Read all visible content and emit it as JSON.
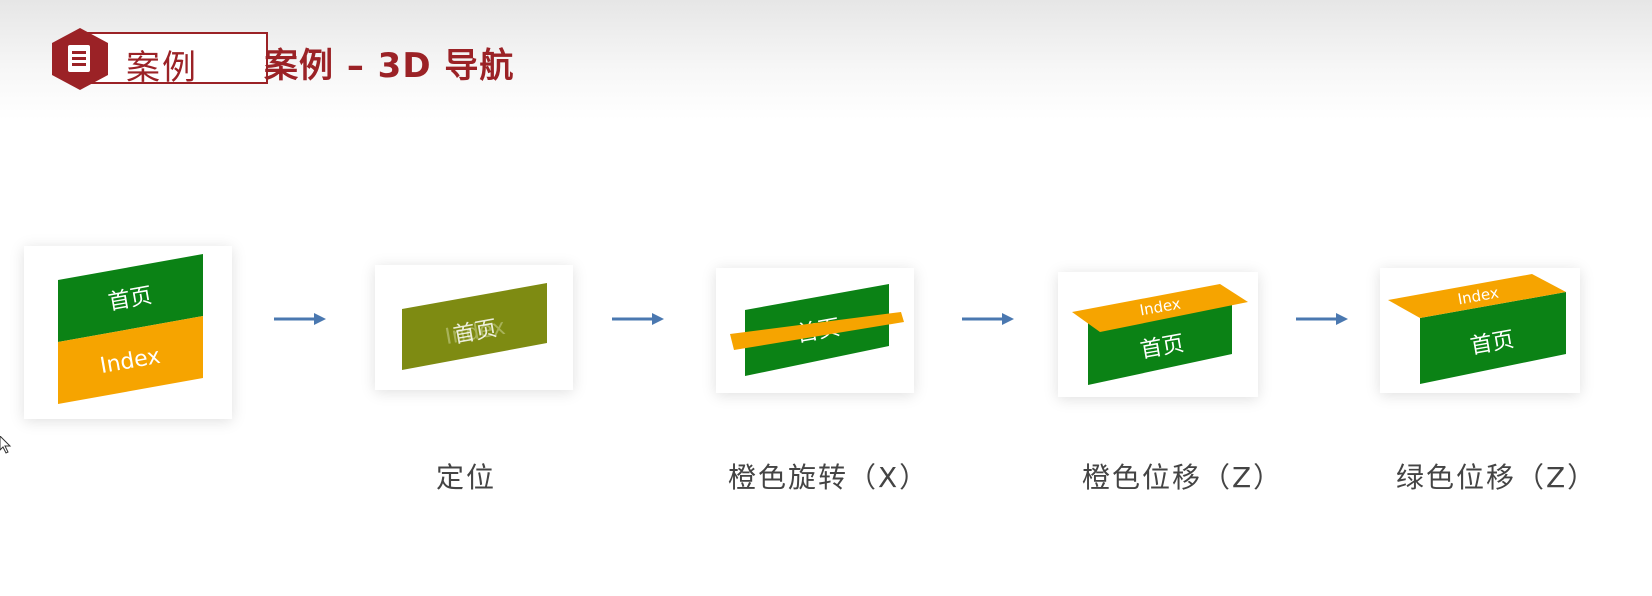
{
  "header": {
    "badge_label": "案例",
    "title": "案例 – 3D 导航"
  },
  "colors": {
    "brand_red": "#9b2226",
    "green": "#0b8215",
    "orange": "#f6a400",
    "olive": "#7e8b12",
    "arrow": "#4a78b0"
  },
  "steps": [
    {
      "front_text": "首页",
      "back_text": "Index",
      "caption": ""
    },
    {
      "front_text": "首页",
      "back_text": "Index",
      "caption": "定位"
    },
    {
      "front_text": "首页",
      "back_text": "",
      "caption": "橙色旋转（X）"
    },
    {
      "front_text": "首页",
      "back_text": "Index",
      "caption": "橙色位移（Z）"
    },
    {
      "front_text": "首页",
      "back_text": "Index",
      "caption": "绿色位移（Z）"
    }
  ],
  "icons": {
    "header": "document-icon",
    "arrow": "arrow-right-icon",
    "cursor": "mouse-cursor-icon"
  }
}
